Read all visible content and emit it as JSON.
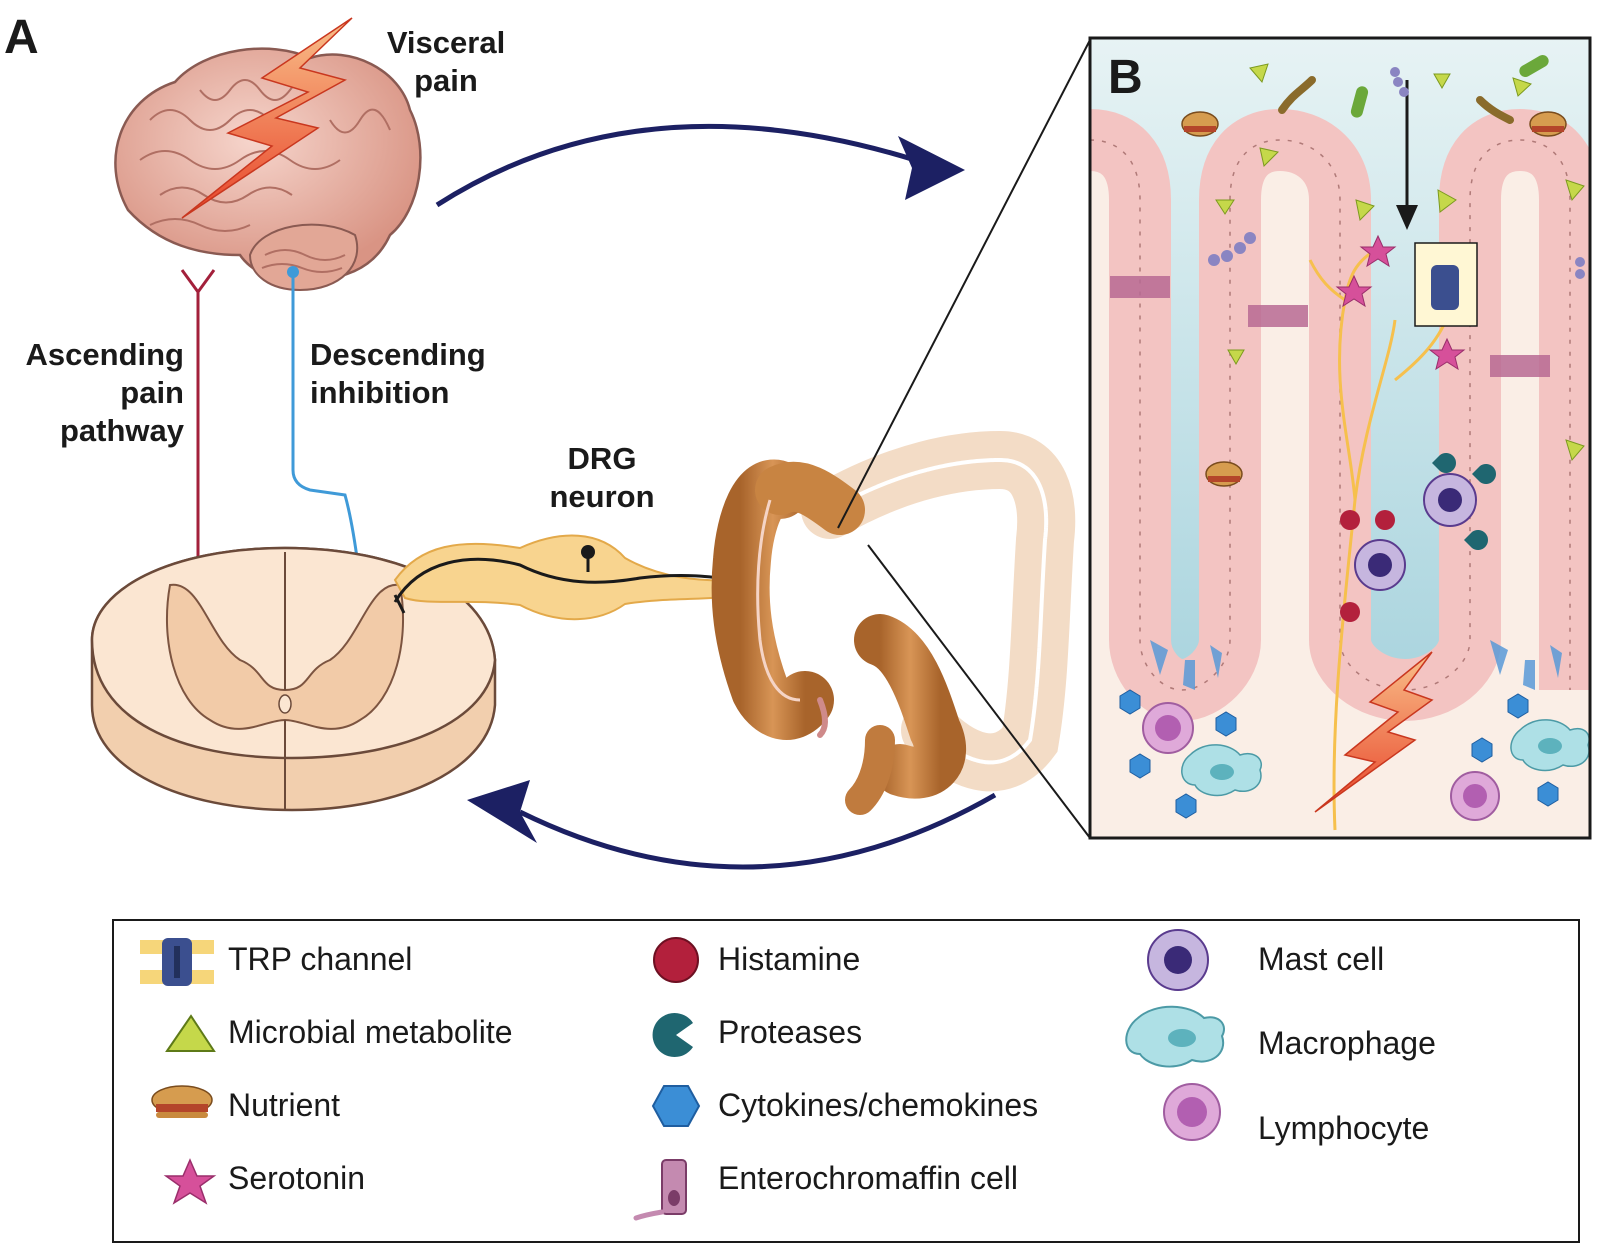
{
  "panel_a": {
    "letter": "A",
    "visceral_pain": [
      "Visceral",
      "pain"
    ],
    "ascending": [
      "Ascending",
      "pain",
      "pathway"
    ],
    "descending": [
      "Descending",
      "inhibition"
    ],
    "drg": [
      "DRG",
      "neuron"
    ]
  },
  "panel_b": {
    "letter": "B"
  },
  "legend": {
    "col1": [
      "TRP channel",
      "Microbial metabolite",
      "Nutrient",
      "Serotonin"
    ],
    "col2": [
      "Histamine",
      "Proteases",
      "Cytokines/chemokines",
      "Enterochromaffin cell"
    ],
    "col3": [
      "Mast cell",
      "Macrophage",
      "Lymphocyte"
    ],
    "icons": {
      "col1": [
        "trp-channel-icon",
        "triangle-icon",
        "burger-icon",
        "star-icon"
      ],
      "col2": [
        "circle-icon",
        "pacman-icon",
        "hexagon-icon",
        "enterochromaffin-cell-icon"
      ],
      "col3": [
        "mast-cell-icon",
        "macrophage-icon",
        "lymphocyte-icon"
      ]
    }
  },
  "colors": {
    "arrow_navy": "#1c2063",
    "ascending_red": "#a3203b",
    "descending_blue": "#3f9ad8",
    "drg_yellow": "#f6c96a",
    "pain_bolt": "#f05a28",
    "brain_pink": "#eab3a6",
    "spinal_cream": "#f7dcc0",
    "colon_brown": "#c8833f",
    "lumen_blue": "#bfe0e6",
    "epithelium_pink": "#f3c4c2",
    "histamine_red": "#b3203c",
    "protease_teal": "#1f6670",
    "cytokine_blue": "#3b8ed6",
    "metabolite_green": "#c5d84a",
    "serotonin_pink": "#d6509a",
    "mast_purple": "#5a3b8e",
    "macrophage_cyan": "#aee0e6",
    "lymphocyte_purple": "#cc7fc4"
  }
}
